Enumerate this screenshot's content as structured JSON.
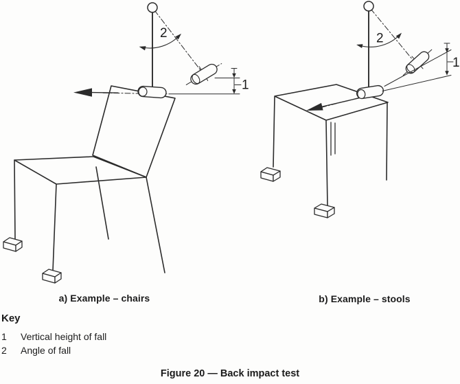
{
  "figure": {
    "caption": "Figure 20 — Back impact test",
    "sub_a": "a) Example – chairs",
    "sub_b": "b) Example – stools"
  },
  "key": {
    "title": "Key",
    "items": [
      {
        "ref": "1",
        "label": "Vertical height of fall"
      },
      {
        "ref": "2",
        "label": "Angle of fall"
      }
    ]
  },
  "labels": {
    "height_ref": "1",
    "angle_ref": "2"
  },
  "colors": {
    "line": "#2b2b2b",
    "background": "#fdfdfc"
  }
}
